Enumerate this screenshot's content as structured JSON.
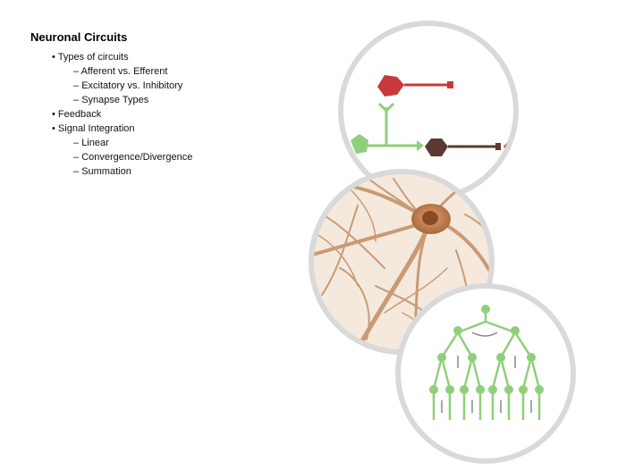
{
  "slide": {
    "title": "Neuronal Circuits",
    "outline": [
      {
        "bullet": "•",
        "text": "Types of circuits",
        "level": 1
      },
      {
        "bullet": "–",
        "text": "Afferent vs. Efferent",
        "level": 2
      },
      {
        "bullet": "–",
        "text": "Excitatory vs. Inhibitory",
        "level": 2
      },
      {
        "bullet": "–",
        "text": "Synapse Types",
        "level": 2
      },
      {
        "bullet": "•",
        "text": "Feedback",
        "level": 1
      },
      {
        "bullet": "•",
        "text": "Signal Integration",
        "level": 1
      },
      {
        "bullet": "–",
        "text": "Linear",
        "level": 2
      },
      {
        "bullet": "–",
        "text": "Convergence/Divergence",
        "level": 2
      },
      {
        "bullet": "–",
        "text": "Summation",
        "level": 2
      }
    ]
  },
  "illustrations": {
    "circuit_colors": {
      "excitatory": "#c63a3a",
      "sensory": "#8fcf7a",
      "interneuron": "#5a3a33",
      "neuron_body": "#b8764a",
      "dendrite": "#c99a74",
      "frame": "#d9d9d9"
    },
    "icons": [
      "circuit-diagram-icon",
      "neuron-icon",
      "divergence-tree-icon"
    ]
  }
}
